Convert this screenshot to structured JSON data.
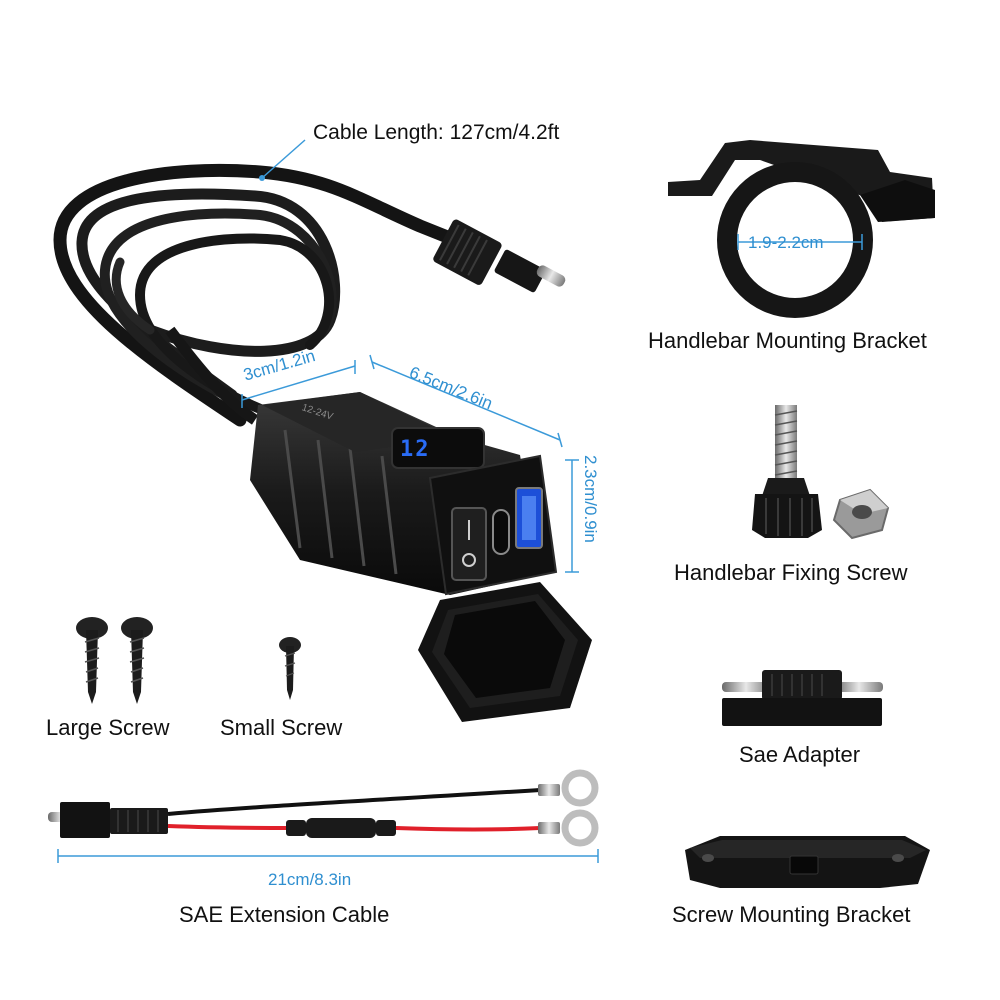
{
  "colors": {
    "dimension_line": "#3b9ad9",
    "product_black": "#151515",
    "display_blue": "#2a6cf5",
    "wire_red": "#e0202a"
  },
  "icons": {
    "usb_charger": "usb-charger-icon",
    "cable": "cable-icon",
    "bracket": "bracket-icon",
    "screw": "screw-icon",
    "nut": "nut-icon",
    "adapter": "sae-adapter-icon"
  },
  "dimensions": {
    "cable_length": "Cable Length: 127cm/4.2ft",
    "bracket_diameter": "1.9-2.2cm",
    "width": "3cm/1.2in",
    "length": "6.5cm/2.6in",
    "height": "2.3cm/0.9in",
    "extension_length": "21cm/8.3in"
  },
  "device": {
    "voltage_marking": "12-24V",
    "display_reading": "12"
  },
  "labels": {
    "handlebar_mounting_bracket": "Handlebar Mounting Bracket",
    "handlebar_fixing_screw": "Handlebar Fixing Screw",
    "large_screw": "Large Screw",
    "small_screw": "Small Screw",
    "sae_adapter": "Sae Adapter",
    "sae_extension_cable": "SAE Extension Cable",
    "screw_mounting_bracket": "Screw Mounting Bracket"
  }
}
